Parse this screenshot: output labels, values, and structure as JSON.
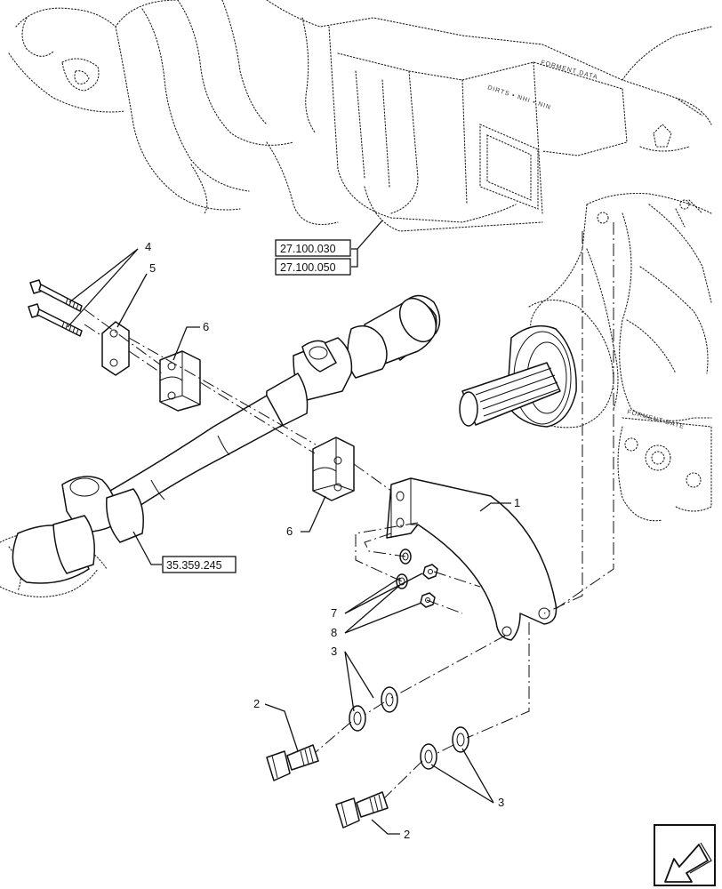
{
  "callouts": {
    "c1": "1",
    "c2a": "2",
    "c2b": "2",
    "c3a": "3",
    "c3b": "3",
    "c4": "4",
    "c5": "5",
    "c6a": "6",
    "c6b": "6",
    "c7": "7",
    "c8": "8"
  },
  "references": {
    "ref1": "27.100.030",
    "ref2": "27.100.050",
    "ref3": "35.359.245"
  },
  "nav": {
    "icon": "arrow-down-left-icon"
  }
}
